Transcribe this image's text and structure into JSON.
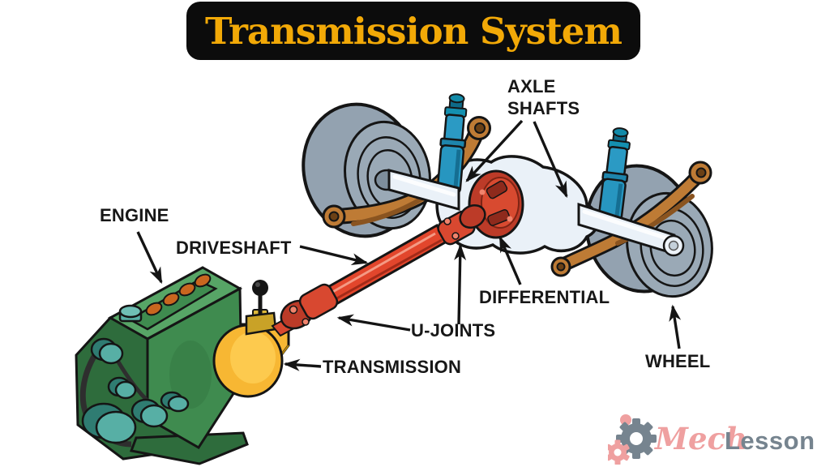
{
  "title": {
    "text": "Transmission System"
  },
  "diagram_labels": {
    "axle_shafts": [
      "AXLE",
      "SHAFTS"
    ],
    "engine": "ENGINE",
    "driveshaft": "DRIVESHAFT",
    "u_joints": "U-JOINTS",
    "transmission": "TRANSMISSION",
    "differential": "DIFFERENTIAL",
    "wheel": "WHEEL"
  },
  "logo": {
    "mech": "Mech",
    "lesson": "Lesson"
  },
  "colors": {
    "canvas-bg": "#FFFFFF",
    "banner-bg": "#0C0C0C",
    "title-gold": "#F2A907",
    "label-ink": "#171717",
    "engine-green": "#3F8B4F",
    "engine-green-dark": "#2E6C3C",
    "engine-green-light": "#57A566",
    "pulley-teal": "#57AFA5",
    "plug-orange": "#C9661F",
    "transmission-yellow": "#F7B733",
    "driveshaft-red": "#E2462C",
    "differential-red": "#BC3B28",
    "axle-pale": "#EAF1F8",
    "wheel-gray": "#93A2B0",
    "shock-blue": "#2796C0",
    "spring-brown": "#BE7B35",
    "logo-pink": "#EFA0A0",
    "logo-slate": "#76848F"
  }
}
